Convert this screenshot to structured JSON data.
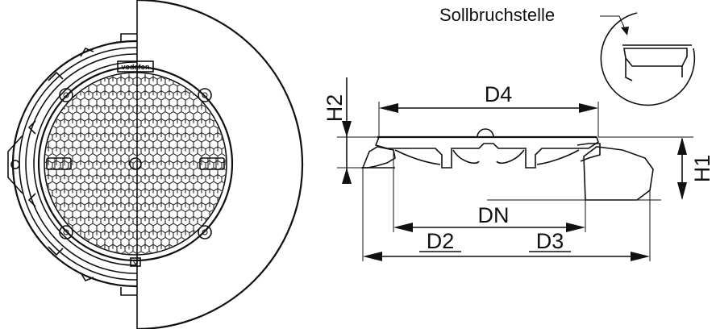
{
  "labels": {
    "sollbruchstelle": "Sollbruchstelle",
    "d4": "D4",
    "h2": "H2",
    "h1": "H1",
    "dn": "DN",
    "d2": "D2",
    "d3": "D3"
  },
  "logo_text": "vodafon",
  "colors": {
    "line": "#111111",
    "background": "#ffffff"
  }
}
